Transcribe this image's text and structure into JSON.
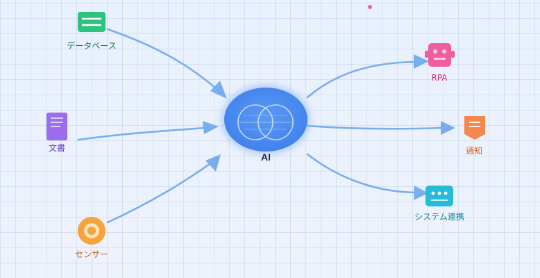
{
  "hub": {
    "label": "AI"
  },
  "inputs": [
    {
      "label": "データベース",
      "icon": "database-icon",
      "color": "#2ec27e",
      "text_color": "#117a46"
    },
    {
      "label": "文書",
      "icon": "document-icon",
      "color": "#9b6cf0",
      "text_color": "#6a3fc2"
    },
    {
      "label": "センサー",
      "icon": "sensor-icon",
      "color": "#f5a33b",
      "text_color": "#b8631a"
    }
  ],
  "outputs": [
    {
      "label": "RPA",
      "icon": "robot-icon",
      "color": "#ee5f9c",
      "text_color": "#c93076"
    },
    {
      "label": "通知",
      "icon": "notification-icon",
      "color": "#f4874b",
      "text_color": "#d8622a"
    },
    {
      "label": "システム連携",
      "icon": "system-integration-icon",
      "color": "#26bcd6",
      "text_color": "#12879b"
    }
  ],
  "colors": {
    "arrow": "#78aef0",
    "hub": "#4f8ef0",
    "grid": "#b6cbe9"
  }
}
